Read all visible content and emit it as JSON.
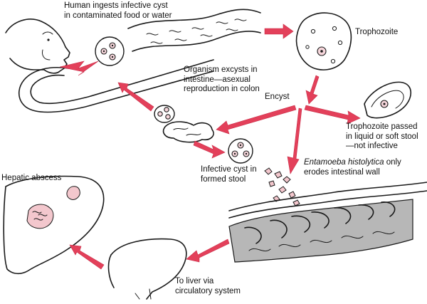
{
  "labels": {
    "ingests": [
      "Human ingests infective cyst",
      "in contaminated food or water"
    ],
    "trophozoite": "Trophozoite",
    "excysts": [
      "Organism excysts in",
      "intestine—asexual",
      "reproduction in colon"
    ],
    "encyst": "Encyst",
    "trophozoite_passed": [
      "Trophozoite passed",
      "in liquid or soft stool",
      "—not infective"
    ],
    "entamoeba_italic": "Entamoeba histolytica",
    "entamoeba_rest": " only",
    "erodes": "erodes intestinal wall",
    "infective_cyst": [
      "Infective cyst in",
      "formed stool"
    ],
    "hepatic_abscess": "Hepatic abscess",
    "to_liver": [
      "To liver via",
      "circulatory system"
    ]
  },
  "colors": {
    "arrow": "#e3405a",
    "nucleus": "#f6d6db",
    "tissue_gray": "#b7b7b7",
    "ink": "#1a1a1a"
  },
  "icons": [
    "human-head-icon",
    "cyst-icon",
    "trophozoite-icon",
    "intestine-icon",
    "liver-icon",
    "colon-wall-icon"
  ]
}
